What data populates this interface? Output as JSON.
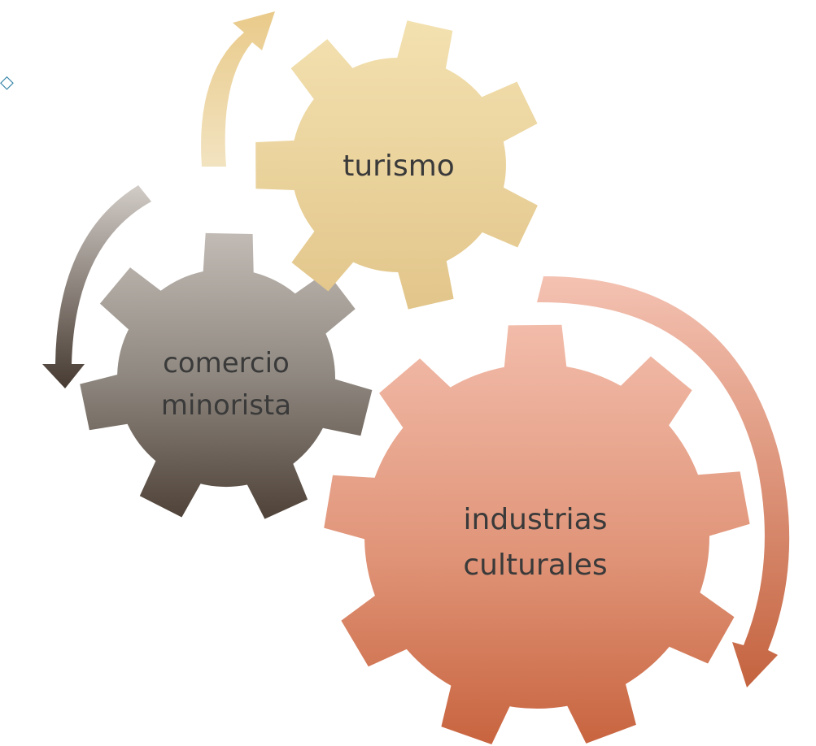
{
  "diagram": {
    "gears": [
      {
        "id": "turismo",
        "lines": [
          "turismo"
        ],
        "fill_top": "#f3e1b0",
        "fill_bottom": "#e2c58a"
      },
      {
        "id": "comercio",
        "lines": [
          "comercio",
          "minorista"
        ],
        "fill_top": "#b9b1ab",
        "fill_bottom": "#5a4e45"
      },
      {
        "id": "industrias",
        "lines": [
          "industrias",
          "culturales"
        ],
        "fill_top": "#efb5a4",
        "fill_bottom": "#c9694a"
      }
    ],
    "arrows": [
      {
        "id": "turismo-arrow",
        "color_start": "#f0dcb0",
        "color_end": "#e8cb8c"
      },
      {
        "id": "comercio-arrow",
        "color_start": "#c8c2bd",
        "color_end": "#4a3f36"
      },
      {
        "id": "industrias-arrow",
        "color_start": "#f1b7a4",
        "color_end": "#c86a4a"
      }
    ],
    "corner_glyph": "◇"
  }
}
